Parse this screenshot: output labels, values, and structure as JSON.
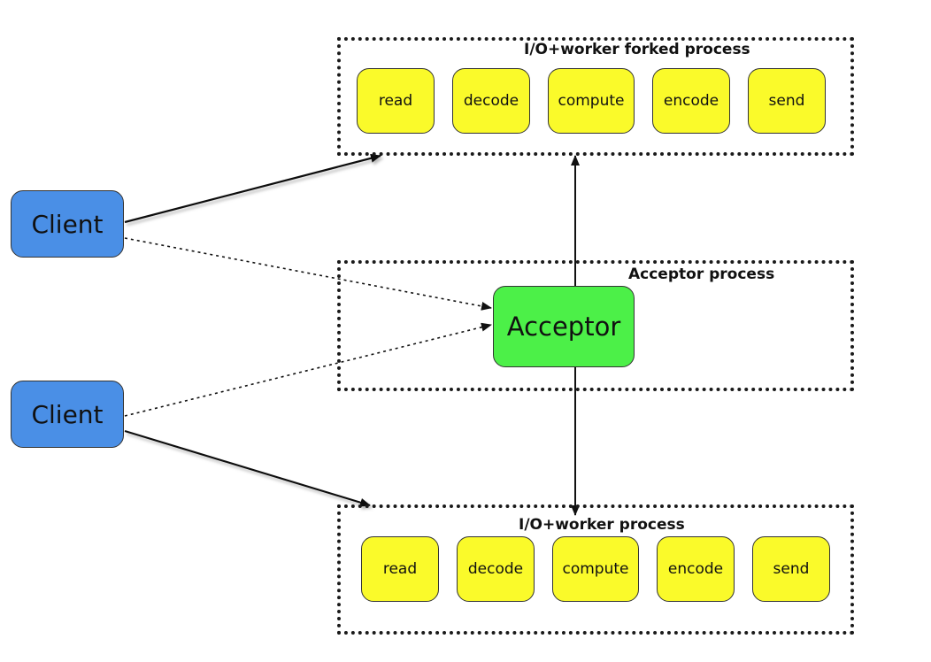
{
  "colors": {
    "client_fill": "#4a8fe6",
    "acceptor_fill": "#4cf048",
    "stage_fill": "#fafa2a",
    "line": "#111111"
  },
  "groups": {
    "forked": {
      "title": "I/O+worker forked process",
      "stages": [
        "read",
        "decode",
        "compute",
        "encode",
        "send"
      ]
    },
    "acceptor": {
      "title": "Acceptor process"
    },
    "worker": {
      "title": "I/O+worker process",
      "stages": [
        "read",
        "decode",
        "compute",
        "encode",
        "send"
      ]
    }
  },
  "nodes": {
    "client_top": "Client",
    "client_bottom": "Client",
    "acceptor": "Acceptor"
  },
  "edges": [
    {
      "from": "Client",
      "to": "I/O+worker forked process",
      "style": "solid"
    },
    {
      "from": "Client",
      "to": "Acceptor",
      "style": "dotted"
    },
    {
      "from": "Client",
      "to": "Acceptor",
      "style": "dotted"
    },
    {
      "from": "Client",
      "to": "I/O+worker process",
      "style": "solid"
    },
    {
      "from": "Acceptor",
      "to": "I/O+worker forked process",
      "style": "solid"
    },
    {
      "from": "Acceptor",
      "to": "I/O+worker process",
      "style": "solid"
    }
  ]
}
